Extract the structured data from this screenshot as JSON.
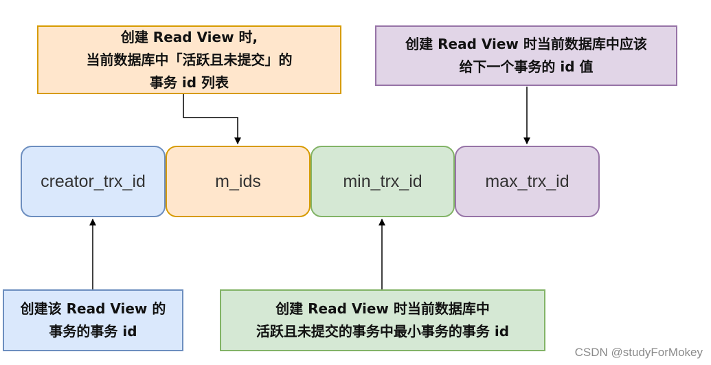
{
  "fields": [
    {
      "label": "creator_trx_id",
      "fill": "#dae8fc",
      "stroke": "#6c8ebf"
    },
    {
      "label": "m_ids",
      "fill": "#ffe6cc",
      "stroke": "#d79b00"
    },
    {
      "label": "min_trx_id",
      "fill": "#d5e8d4",
      "stroke": "#82b366"
    },
    {
      "label": "max_trx_id",
      "fill": "#e1d5e7",
      "stroke": "#9673a6"
    }
  ],
  "notes": {
    "m_ids": {
      "lines": [
        "创建 Read View 时,",
        "当前数据库中「活跃且未提交」的",
        "事务 id 列表"
      ],
      "fill": "#ffe6cc",
      "stroke": "#d79b00"
    },
    "max_trx_id": {
      "lines": [
        "创建 Read View 时当前数据库中应该",
        "给下一个事务的 id 值"
      ],
      "fill": "#e1d5e7",
      "stroke": "#9673a6"
    },
    "creator_trx_id": {
      "lines": [
        "创建该 Read View 的",
        "事务的事务 id"
      ],
      "fill": "#dae8fc",
      "stroke": "#6c8ebf"
    },
    "min_trx_id": {
      "lines": [
        "创建 Read View 时当前数据库中",
        "活跃且未提交的事务中最小事务的事务 id"
      ],
      "fill": "#d5e8d4",
      "stroke": "#82b366"
    }
  },
  "watermark": "CSDN @studyForMokey",
  "arrow_color": "#000000"
}
